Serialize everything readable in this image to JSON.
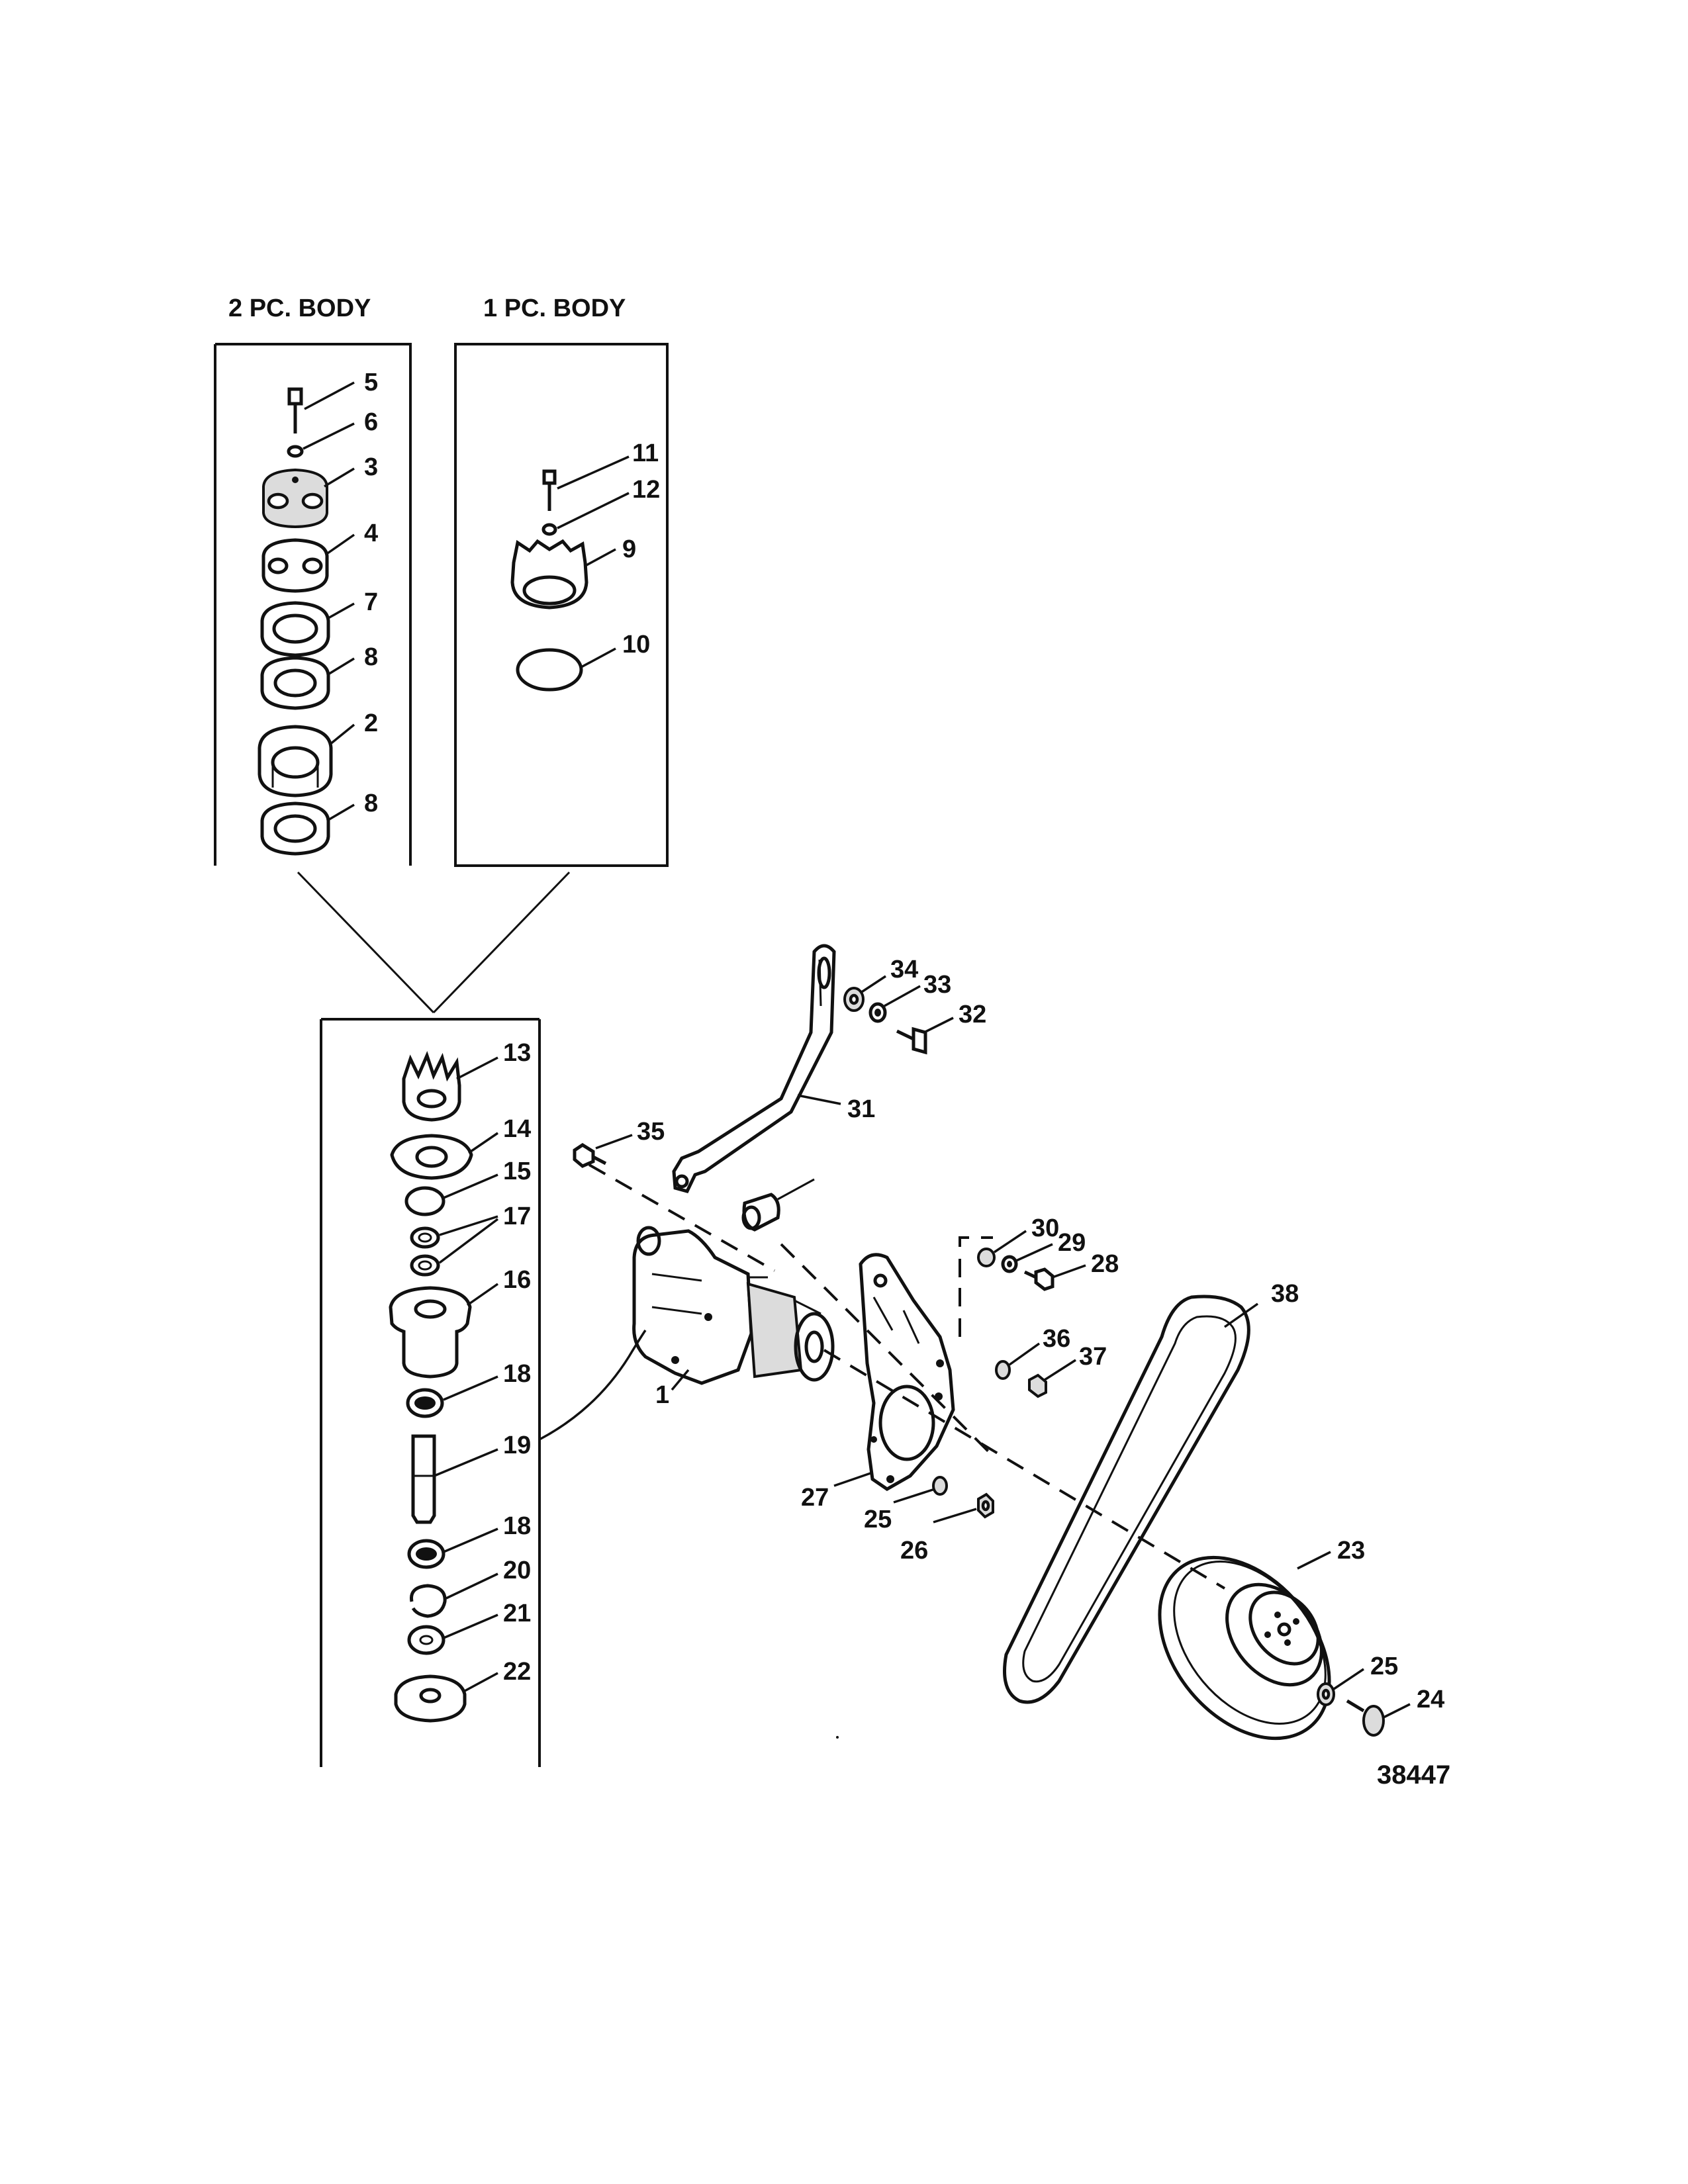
{
  "headers": {
    "two_pc_body": "2 PC. BODY",
    "one_pc_body": "1 PC. BODY"
  },
  "figure_number": "38447",
  "callouts": {
    "c1": "1",
    "c2": "2",
    "c3": "3",
    "c4": "4",
    "c5": "5",
    "c6": "6",
    "c7": "7",
    "c8a": "8",
    "c8b": "8",
    "c9": "9",
    "c10": "10",
    "c11": "11",
    "c12": "12",
    "c13": "13",
    "c14": "14",
    "c15": "15",
    "c16": "16",
    "c17": "17",
    "c18a": "18",
    "c18b": "18",
    "c19": "19",
    "c20": "20",
    "c21": "21",
    "c22": "22",
    "c23": "23",
    "c24": "24",
    "c25a": "25",
    "c25b": "25",
    "c26": "26",
    "c27": "27",
    "c28": "28",
    "c29": "29",
    "c30": "30",
    "c31": "31",
    "c32": "32",
    "c33": "33",
    "c34": "34",
    "c35": "35",
    "c36": "36",
    "c37": "37",
    "c38": "38"
  }
}
